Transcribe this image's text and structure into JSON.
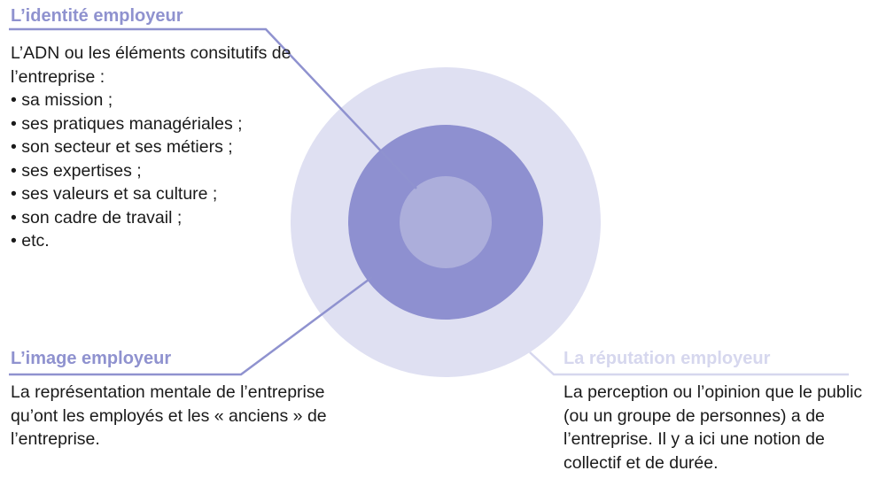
{
  "colors": {
    "outer_ring": "#dfe0f2",
    "middle_ring": "#8e90d0",
    "inner_core": "#acaedb",
    "identite_accent": "#8f92cf",
    "image_accent": "#8f92cf",
    "reputation_accent": "#d6d7ee",
    "body_text": "#1a1a1a"
  },
  "identite": {
    "title": "L’identité employeur",
    "intro": "L’ADN ou les éléments consitutifs de l’entreprise :",
    "items": [
      "sa mission ;",
      "ses pratiques managériales ;",
      "son secteur et ses métiers ;",
      "ses expertises ;",
      "ses valeurs et sa culture ;",
      "son cadre de travail ;",
      "etc."
    ]
  },
  "image": {
    "title": "L’image employeur",
    "text": "La représentation mentale de l’entreprise qu’ont les employés et les « anciens » de l’entreprise."
  },
  "reputation": {
    "title": "La réputation employeur",
    "text": "La perception ou l’opinion que le public (ou un groupe de personnes) a de l’entreprise. Il y a ici une notion de collectif et de durée."
  }
}
